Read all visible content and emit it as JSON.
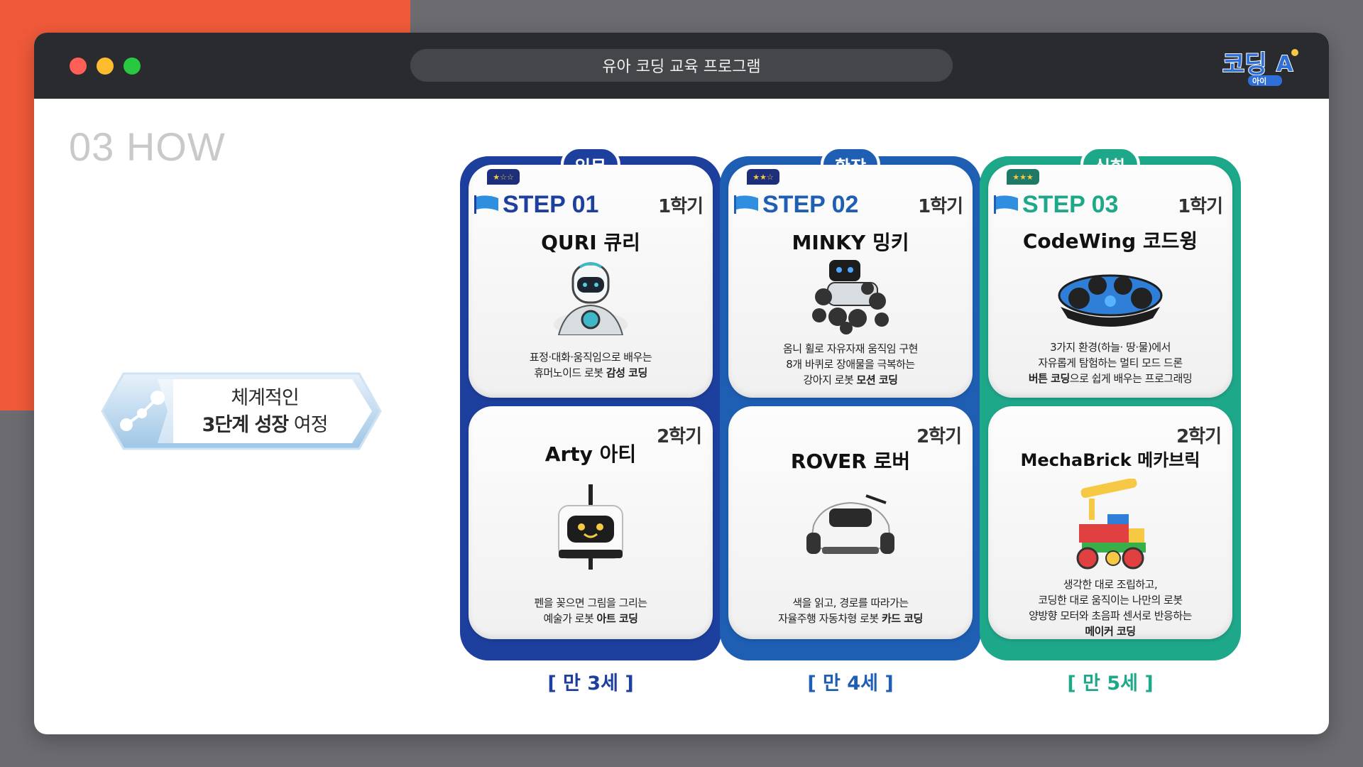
{
  "window": {
    "title": "유아 코딩 교육 프로그램",
    "logo_text": "코딩",
    "logo_sub": "아이"
  },
  "section": {
    "title": "03 HOW"
  },
  "journey": {
    "line1": "체계적인",
    "line2_bold": "3단계 성장",
    "line2_rest": " 여정"
  },
  "columns": [
    {
      "level": "입문",
      "color": "#1d3f9e",
      "age": "[ 만 3세 ]",
      "top": {
        "step": "STEP 01",
        "semester": "1학기",
        "robot": "QURI 큐리",
        "desc1": "표정·대화·움직임으로 배우는",
        "desc2_prefix": "휴머노이드 로봇 ",
        "desc2_bold": "감성 코딩"
      },
      "bottom": {
        "semester": "2학기",
        "robot": "Arty 아티",
        "desc1": "펜을 꽂으면 그림을 그리는",
        "desc2_prefix": "예술가 로봇 ",
        "desc2_bold": "아트 코딩"
      }
    },
    {
      "level": "확장",
      "color": "#1e5fb4",
      "age": "[ 만 4세 ]",
      "top": {
        "step": "STEP 02",
        "semester": "1학기",
        "robot": "MINKY 밍키",
        "desc1": "옴니 휠로 자유자재 움직임 구현",
        "desc2": "8개 바퀴로 장애물을 극복하는",
        "desc3_prefix": "강아지 로봇 ",
        "desc3_bold": "모션 코딩"
      },
      "bottom": {
        "semester": "2학기",
        "robot": "ROVER 로버",
        "desc1": "색을 읽고, 경로를 따라가는",
        "desc2_prefix": "자율주행 자동차형 로봇 ",
        "desc2_bold": "카드 코딩"
      }
    },
    {
      "level": "심화",
      "color": "#1ea88a",
      "age": "[ 만 5세 ]",
      "top": {
        "step": "STEP 03",
        "semester": "1학기",
        "robot": "CodeWing 코드윙",
        "desc1": "3가지 환경(하늘· 땅·물)에서",
        "desc2": "자유롭게 탐험하는 멀티 모드 드론",
        "desc3_bold": "버튼 코딩",
        "desc3_rest": "으로 쉽게 배우는 프로그래밍"
      },
      "bottom": {
        "semester": "2학기",
        "robot": "MechaBrick 메카브릭",
        "desc1": "생각한 대로 조립하고,",
        "desc2": "코딩한 대로 움직이는 나만의 로봇",
        "desc3": "양방향 모터와 초음파 센서로 반응하는",
        "desc4_bold": "메이커 코딩"
      }
    }
  ],
  "colors": {
    "orange": "#f05a3a",
    "blue_dark": "#1d3f9e",
    "blue": "#1e5fb4",
    "teal": "#1ea88a"
  }
}
